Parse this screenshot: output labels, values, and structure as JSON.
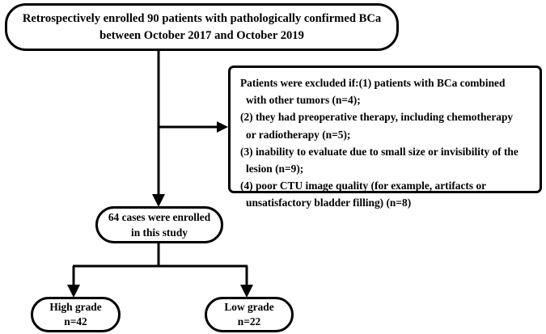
{
  "diagram": {
    "type": "flowchart",
    "title": "Patient enrollment flow diagram",
    "line_color": "#000000",
    "background_color": "#ffffff",
    "nodes": {
      "enrolled": {
        "shape": "rounded-pill",
        "line1": "Retrospectively enrolled 90 patients with pathologically confirmed BCa",
        "line2": "between October 2017 and October 2019"
      },
      "excluded": {
        "shape": "rounded-rectangle",
        "lines": [
          "Patients were excluded if:(1) patients with BCa combined",
          "with other tumors (n=4);",
          "(2) they had preoperative therapy, including chemotherapy",
          "or radiotherapy (n=5);",
          "(3) inability to evaluate due to small size or invisibility of the",
          "lesion (n=9);",
          "(4) poor CTU image quality (for example, artifacts or",
          "unsatisfactory bladder filling) (n=8)"
        ]
      },
      "included": {
        "shape": "rounded-pill",
        "line1": "64 cases were enrolled",
        "line2": "in this study"
      },
      "high_grade": {
        "shape": "rounded-pill",
        "line1": "High grade",
        "line2": "n=42"
      },
      "low_grade": {
        "shape": "rounded-pill",
        "line1": "Low grade",
        "line2": "n=22"
      }
    },
    "edges": [
      {
        "from": "enrolled",
        "to": "excluded",
        "style": "elbow-right-arrow"
      },
      {
        "from": "enrolled",
        "to": "included",
        "style": "straight-down-arrow"
      },
      {
        "from": "included",
        "to": "high_grade",
        "style": "split-left-arrow"
      },
      {
        "from": "included",
        "to": "low_grade",
        "style": "split-right-arrow"
      }
    ],
    "counts": {
      "total_enrolled": 90,
      "excluded_combined_tumors": 4,
      "excluded_preoperative_therapy": 5,
      "excluded_small_or_invisible": 9,
      "excluded_poor_image_quality": 8,
      "final_enrolled": 64,
      "high_grade": 42,
      "low_grade": 22
    }
  }
}
